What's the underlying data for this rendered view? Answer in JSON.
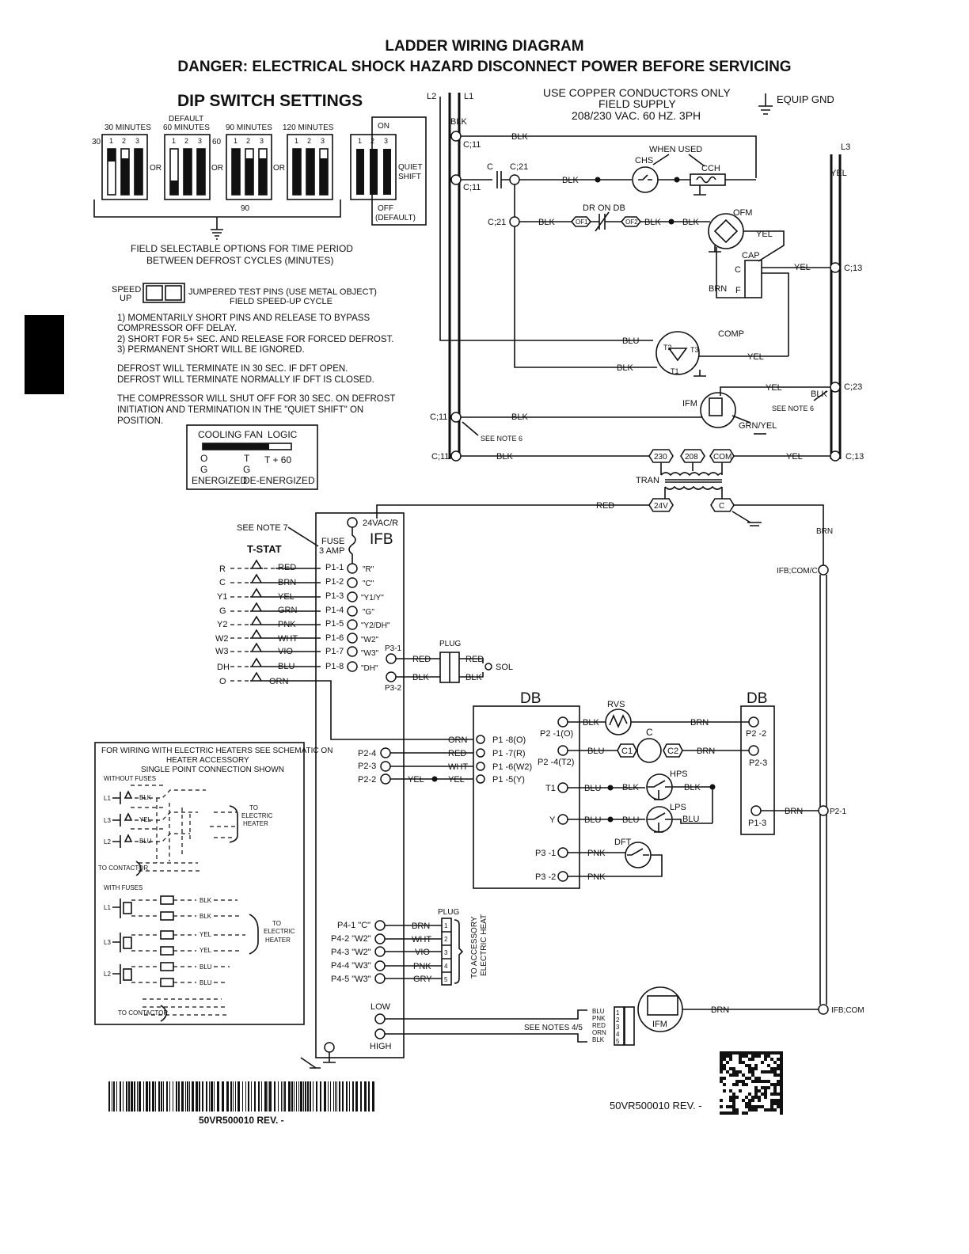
{
  "title": "LADDER WIRING DIAGRAM",
  "danger": "DANGER:  ELECTRICAL SHOCK HAZARD DISCONNECT POWER BEFORE SERVICING",
  "dip": {
    "heading": "DIP SWITCH SETTINGS",
    "default": "DEFAULT",
    "options": [
      "30 MINUTES",
      "60 MINUTES",
      "90 MINUTES",
      "120 MINUTES"
    ],
    "switch_numbers": [
      "1",
      "2",
      "3"
    ],
    "left_30": "30",
    "mid_60": "60",
    "below_90": "90",
    "or": "OR",
    "on": "ON",
    "off": "OFF",
    "off_default": "(DEFAULT)",
    "quiet": "QUIET",
    "shift": "SHIFT",
    "field_1": "FIELD SELECTABLE OPTIONS FOR TIME PERIOD",
    "field_2": "BETWEEN DEFROST CYCLES (MINUTES)"
  },
  "speedup": {
    "speed": "SPEED",
    "up": "UP",
    "pins_1": "JUMPERED TEST PINS (USE METAL OBJECT)",
    "pins_2": "FIELD SPEED-UP CYCLE",
    "notes": [
      "1)  MOMENTARILY SHORT PINS AND RELEASE TO BYPASS",
      "      COMPRESSOR OFF DELAY.",
      "2)  SHORT FOR 5+ SEC. AND RELEASE FOR FORCED DEFROST.",
      "3)  PERMANENT SHORT WILL BE IGNORED.",
      "DEFROST WILL TERMINATE IN 30 SEC. IF DFT OPEN.",
      "DEFROST WILL TERMINATE NORMALLY IF DFT IS CLOSED.",
      "THE COMPRESSOR WILL SHUT OFF FOR 30 SEC. ON DEFROST",
      "INITIATION AND TERMINATION IN THE \"QUIET SHIFT\" ON",
      "POSITION."
    ]
  },
  "fanlogic": {
    "cooling_fan": "COOLING FAN",
    "logic": "LOGIC",
    "o": "O",
    "t": "T",
    "t60": "T + 60",
    "g": "G",
    "energized": "ENERGIZED",
    "deenergized": "DE-ENERGIZED"
  },
  "power": {
    "l2": "L2",
    "l1": "L1",
    "l3": "L3",
    "copper": "USE COPPER CONDUCTORS ONLY",
    "field_supply": "FIELD SUPPLY",
    "voltage": "208/230 VAC. 60 HZ. 3PH",
    "equip_gnd": "EQUIP GND"
  },
  "ladder": {
    "blk": "BLK",
    "yel": "YEL",
    "brn": "BRN",
    "blu": "BLU",
    "red": "RED",
    "c11": "C;11",
    "c21": "C;21",
    "c13": "C;13",
    "c23": "C;23",
    "c": "C",
    "when_used": "WHEN USED",
    "chs": "CHS",
    "cch": "CCH",
    "dr_on_db": "DR ON DB",
    "of1": "OF1",
    "of2": "OF2",
    "ofm": "OFM",
    "cap": "CAP",
    "f": "F",
    "comp": "COMP",
    "t1": "T1",
    "t2": "T2",
    "t3": "T3",
    "ifm": "IFM",
    "grn_yel": "GRN/YEL",
    "see_note_6": "SEE NOTE 6",
    "v230": "230",
    "v208": "208",
    "com": "COM",
    "tran": "TRAN",
    "v24": "24V"
  },
  "ifb": {
    "label": "IFB",
    "v24": "24VAC/R",
    "fuse": "FUSE",
    "amp": "3 AMP",
    "see_note_7": "SEE NOTE 7",
    "tstat": "T-STAT",
    "rows": [
      {
        "term": "R",
        "wire": "RED",
        "pin": "P1-1",
        "sig": "\"R\""
      },
      {
        "term": "C",
        "wire": "BRN",
        "pin": "P1-2",
        "sig": "\"C\""
      },
      {
        "term": "Y1",
        "wire": "YEL",
        "pin": "P1-3",
        "sig": "\"Y1/Y\""
      },
      {
        "term": "G",
        "wire": "GRN",
        "pin": "P1-4",
        "sig": "\"G\""
      },
      {
        "term": "Y2",
        "wire": "PNK",
        "pin": "P1-5",
        "sig": "\"Y2/DH\""
      },
      {
        "term": "W2",
        "wire": "WHT",
        "pin": "P1-6",
        "sig": "\"W2\""
      },
      {
        "term": "W3",
        "wire": "VIO",
        "pin": "P1-7",
        "sig": "\"W3\""
      },
      {
        "term": "DH",
        "wire": "BLU",
        "pin": "P1-8",
        "sig": "\"DH\""
      },
      {
        "term": "O",
        "wire": "ORN",
        "pin": "",
        "sig": ""
      }
    ],
    "p31": "P3-1",
    "p32": "P3-2",
    "plug": "PLUG",
    "sol": "SOL",
    "grn_yel": "GRN/YEL",
    "brn": "BRN",
    "ifb_com_c": "IFB;COM/C",
    "p2_rows": [
      {
        "p": "P2-4",
        "wire": "RED",
        "db": "P1 -7(R)"
      },
      {
        "p": "P2-3",
        "wire": "WHT",
        "db": "P1 -6(W2)"
      },
      {
        "p": "P2-2",
        "wire": "YEL",
        "db": "P1 -5(Y)"
      }
    ],
    "orn": "ORN",
    "orn_db": "P1 -8(O)",
    "p4_rows": [
      {
        "p": "P4-1 \"C\"",
        "wire": "BRN",
        "n": "1"
      },
      {
        "p": "P4-2 \"W2\"",
        "wire": "WHT",
        "n": "2"
      },
      {
        "p": "P4-3 \"W2\"",
        "wire": "VIO",
        "n": "3"
      },
      {
        "p": "P4-4 \"W3\"",
        "wire": "PNK",
        "n": "4"
      },
      {
        "p": "P4-5 \"W3\"",
        "wire": "GRY",
        "n": "5"
      }
    ],
    "to_accessory": "TO ACCESSORY",
    "electric_heat": "ELECTRIC HEAT",
    "low": "LOW",
    "high": "HIGH",
    "see_notes_45": "SEE NOTES 4/5",
    "ifm_wires": [
      "BLU",
      "PNK",
      "RED",
      "ORN",
      "BLK"
    ],
    "ifm_pins": [
      "1",
      "2",
      "3",
      "4",
      "5"
    ],
    "ifm": "IFM",
    "ifb_com": "IFB;COM"
  },
  "db": {
    "label": "DB",
    "p21": "P2 -1(O)",
    "p24": "P2 -4(T2)",
    "t1": "T1",
    "y": "Y",
    "p31": "P3 -1",
    "p32": "P3 -2",
    "rvs": "RVS",
    "c": "C",
    "c1": "C1",
    "c2": "C2",
    "hps": "HPS",
    "lps": "LPS",
    "dft": "DFT",
    "right_p22": "P2 -2",
    "right_p23": "P2-3",
    "right_p13": "P1-3",
    "p2_1": "P2-1",
    "blk": "BLK",
    "blu": "BLU",
    "brn": "BRN",
    "pnk": "PNK"
  },
  "heater": {
    "h1": "FOR WIRING WITH ELECTRIC HEATERS SEE SCHEMATIC ON",
    "h2": "HEATER ACCESSORY",
    "h3": "SINGLE POINT CONNECTION SHOWN",
    "without": "WITHOUT FUSES",
    "with": "WITH FUSES",
    "l1": "L1",
    "l3": "L3",
    "l2": "L2",
    "blk": "BLK",
    "yel": "YEL",
    "blu": "BLU",
    "to_electric": "TO",
    "electric": "ELECTRIC",
    "heater": "HEATER",
    "to_contactor": "TO CONTACTOR"
  },
  "footer": {
    "barcode_text": "50VR500010  REV. -",
    "part_text": "50VR500010  REV. -"
  }
}
